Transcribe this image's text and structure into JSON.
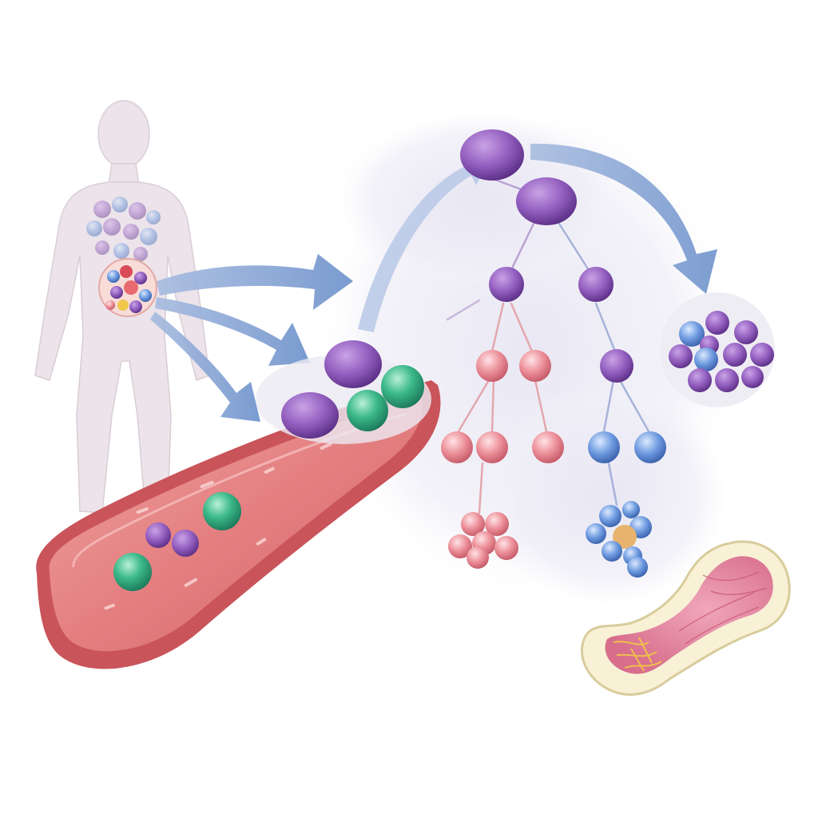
{
  "diagram": {
    "palette": {
      "background": "#ffffff",
      "silhouette": "#e9e1e7",
      "halo": "#eceaf4",
      "arrow": "#7f9fcf",
      "vessel_wall": "#d86a6e",
      "vessel_lumen": "#e98f90",
      "stem_cell": "#8a55b2",
      "progenitor": "#a46cc6",
      "myeloid": "#e9868f",
      "lymphoid": "#5f8fd6",
      "circulating_cell": "#3cb98a",
      "bone_shell": "#f6efcf",
      "bone_marrow": "#e992a8",
      "bone_trabecula": "#ecc84b"
    },
    "components": [
      "human-silhouette",
      "bone-marrow-inset",
      "migration-arrows",
      "blood-vessel",
      "stem-cell-hierarchy",
      "mature-cell-cluster",
      "bone-cross-section"
    ]
  }
}
